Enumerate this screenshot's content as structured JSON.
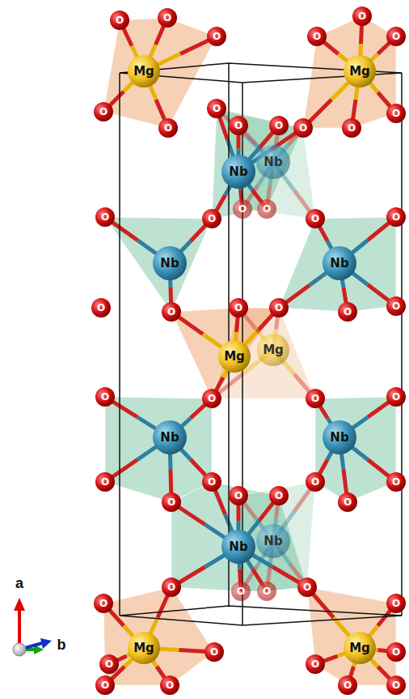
{
  "diagram": {
    "labels": [
      "Mg",
      "Mg",
      "Mg",
      "Mg",
      "Mg",
      "Mg",
      "Nb",
      "Nb",
      "Nb",
      "Nb",
      "Nb",
      "Nb",
      "Nb",
      "Nb",
      "O",
      "O",
      "O",
      "O",
      "O",
      "O",
      "O",
      "O",
      "O",
      "O",
      "O",
      "O",
      "O",
      "O",
      "O",
      "O",
      "O",
      "O",
      "O",
      "O",
      "O",
      "O",
      "O",
      "O",
      "O",
      "O",
      "O",
      "O",
      "O",
      "O",
      "O",
      "O",
      "O",
      "O",
      "O",
      "O",
      "O",
      "O",
      "O",
      "O",
      "O",
      "O",
      "O",
      "O",
      "O",
      "O",
      "O",
      "O",
      "O",
      "O",
      "O",
      "O",
      "a",
      "b"
    ]
  }
}
